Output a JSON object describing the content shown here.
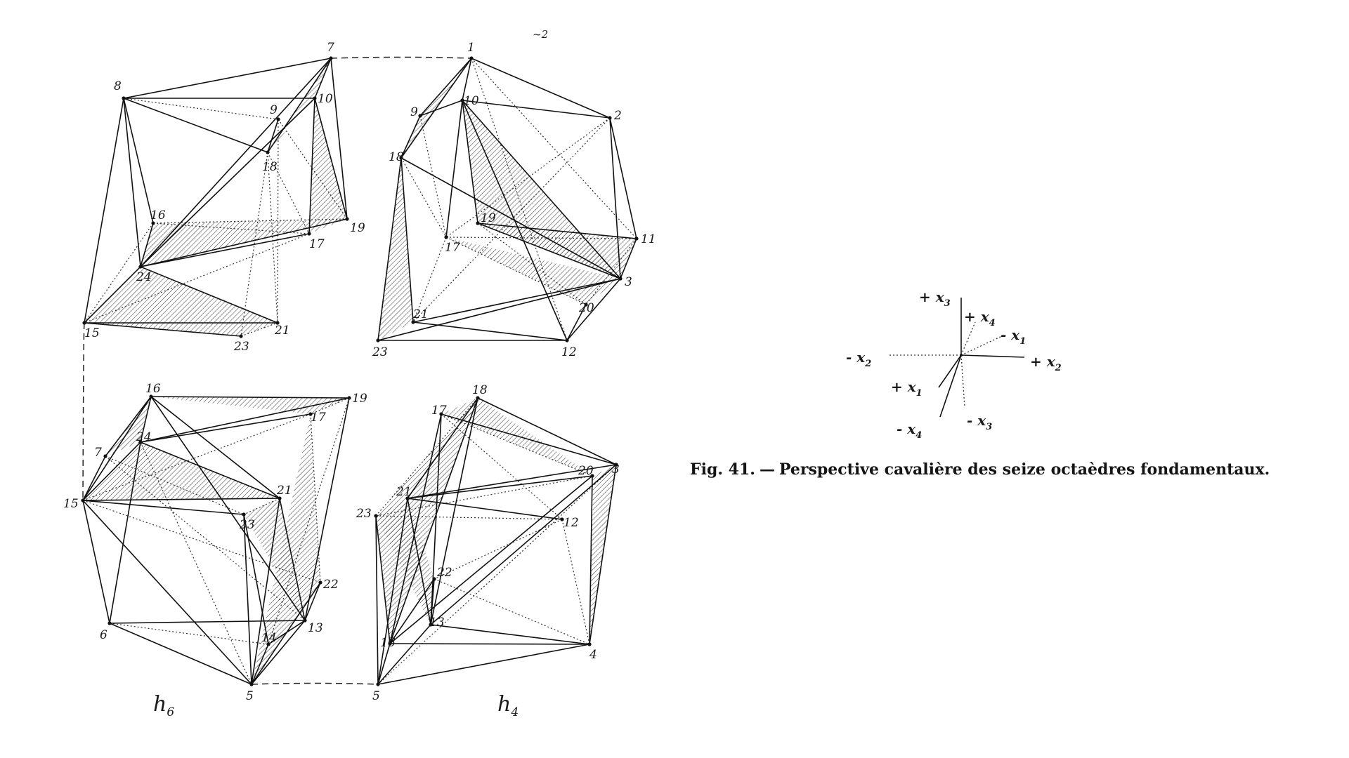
{
  "caption": {
    "figure": "Fig. 41.",
    "separator": "—",
    "text": "Perspective cavalière des seize octaèdres fondamentaux."
  },
  "panel_labels": {
    "h6": "h",
    "h6_sub": "6",
    "h4": "h",
    "h4_sub": "4",
    "top_mark": "~2"
  },
  "axes": [
    {
      "id": "plus-x3",
      "label": "+ x",
      "sub": "3"
    },
    {
      "id": "plus-x4",
      "label": "+ x",
      "sub": "4"
    },
    {
      "id": "minus-x1",
      "label": "- x",
      "sub": "1"
    },
    {
      "id": "minus-x2",
      "label": "- x",
      "sub": "2"
    },
    {
      "id": "plus-x2",
      "label": "+ x",
      "sub": "2"
    },
    {
      "id": "plus-x1",
      "label": "+ x",
      "sub": "1"
    },
    {
      "id": "minus-x4",
      "label": "- x",
      "sub": "4"
    },
    {
      "id": "minus-x3",
      "label": "- x",
      "sub": "3"
    }
  ],
  "panels": [
    {
      "id": "top-left",
      "vertices": [
        {
          "label": "7"
        },
        {
          "label": "8"
        },
        {
          "label": "9"
        },
        {
          "label": "10"
        },
        {
          "label": "18"
        },
        {
          "label": "16"
        },
        {
          "label": "19"
        },
        {
          "label": "17"
        },
        {
          "label": "24"
        },
        {
          "label": "15"
        },
        {
          "label": "23"
        },
        {
          "label": "21"
        }
      ]
    },
    {
      "id": "top-right",
      "vertices": [
        {
          "label": "1"
        },
        {
          "label": "2"
        },
        {
          "label": "9"
        },
        {
          "label": "10"
        },
        {
          "label": "18"
        },
        {
          "label": "19"
        },
        {
          "label": "17"
        },
        {
          "label": "11"
        },
        {
          "label": "3"
        },
        {
          "label": "20"
        },
        {
          "label": "21"
        },
        {
          "label": "23"
        },
        {
          "label": "12"
        }
      ]
    },
    {
      "id": "bottom-left",
      "vertices": [
        {
          "label": "16"
        },
        {
          "label": "19"
        },
        {
          "label": "24"
        },
        {
          "label": "17"
        },
        {
          "label": "7"
        },
        {
          "label": "15"
        },
        {
          "label": "21"
        },
        {
          "label": "23"
        },
        {
          "label": "22"
        },
        {
          "label": "6"
        },
        {
          "label": "13"
        },
        {
          "label": "14"
        },
        {
          "label": "5"
        }
      ]
    },
    {
      "id": "bottom-right",
      "vertices": [
        {
          "label": "18"
        },
        {
          "label": "17"
        },
        {
          "label": "3"
        },
        {
          "label": "20"
        },
        {
          "label": "21"
        },
        {
          "label": "23"
        },
        {
          "label": "12"
        },
        {
          "label": "22"
        },
        {
          "label": "16"
        },
        {
          "label": "13"
        },
        {
          "label": "4"
        },
        {
          "label": "5"
        }
      ]
    }
  ]
}
